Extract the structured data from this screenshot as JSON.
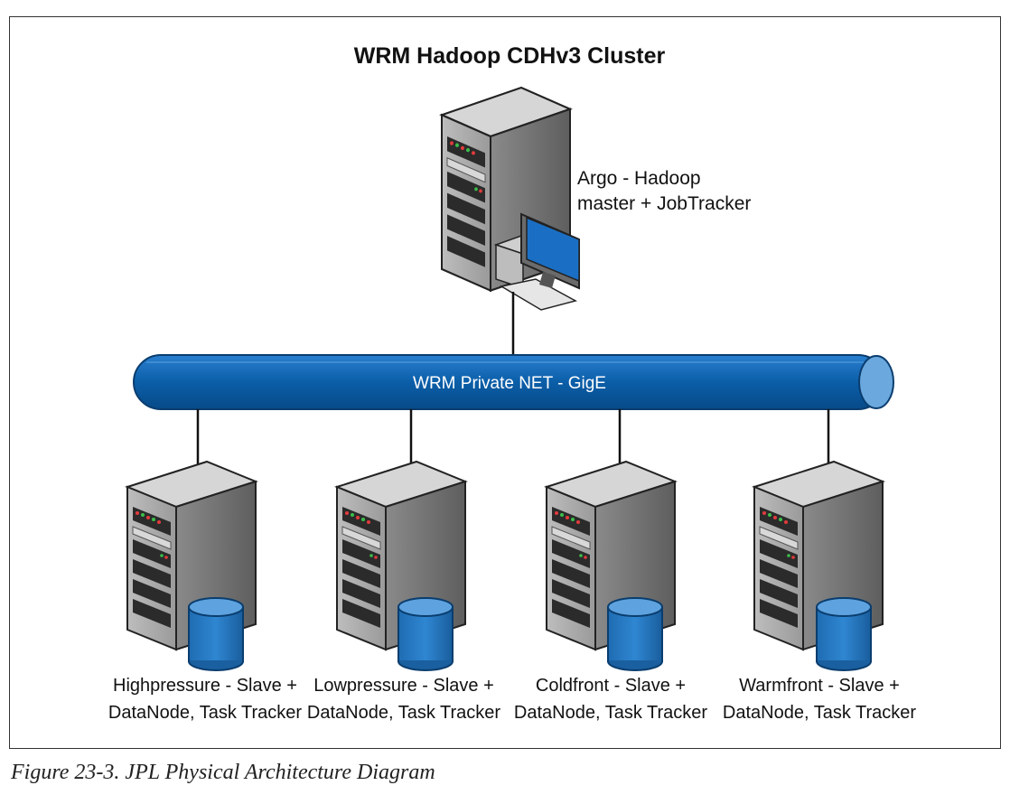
{
  "title": "WRM Hadoop CDHv3 Cluster",
  "master": {
    "label_line1": "Argo - Hadoop",
    "label_line2": "master + JobTracker"
  },
  "network": {
    "label": "WRM Private NET - GigE"
  },
  "nodes": [
    {
      "line1": "Highpressure - Slave +",
      "line2": "DataNode, Task Tracker"
    },
    {
      "line1": "Lowpressure - Slave +",
      "line2": "DataNode, Task Tracker"
    },
    {
      "line1": "Coldfront - Slave +",
      "line2": "DataNode, Task Tracker"
    },
    {
      "line1": "Warmfront - Slave +",
      "line2": "DataNode, Task Tracker"
    }
  ],
  "caption": "Figure 23-3. JPL Physical Architecture Diagram",
  "colors": {
    "network_pipe": "#0b5ea8",
    "monitor_screen": "#1a6fc4",
    "disk": "#2f7fc1",
    "server_front": "#8f8f8f",
    "server_side": "#6f6f6f"
  }
}
